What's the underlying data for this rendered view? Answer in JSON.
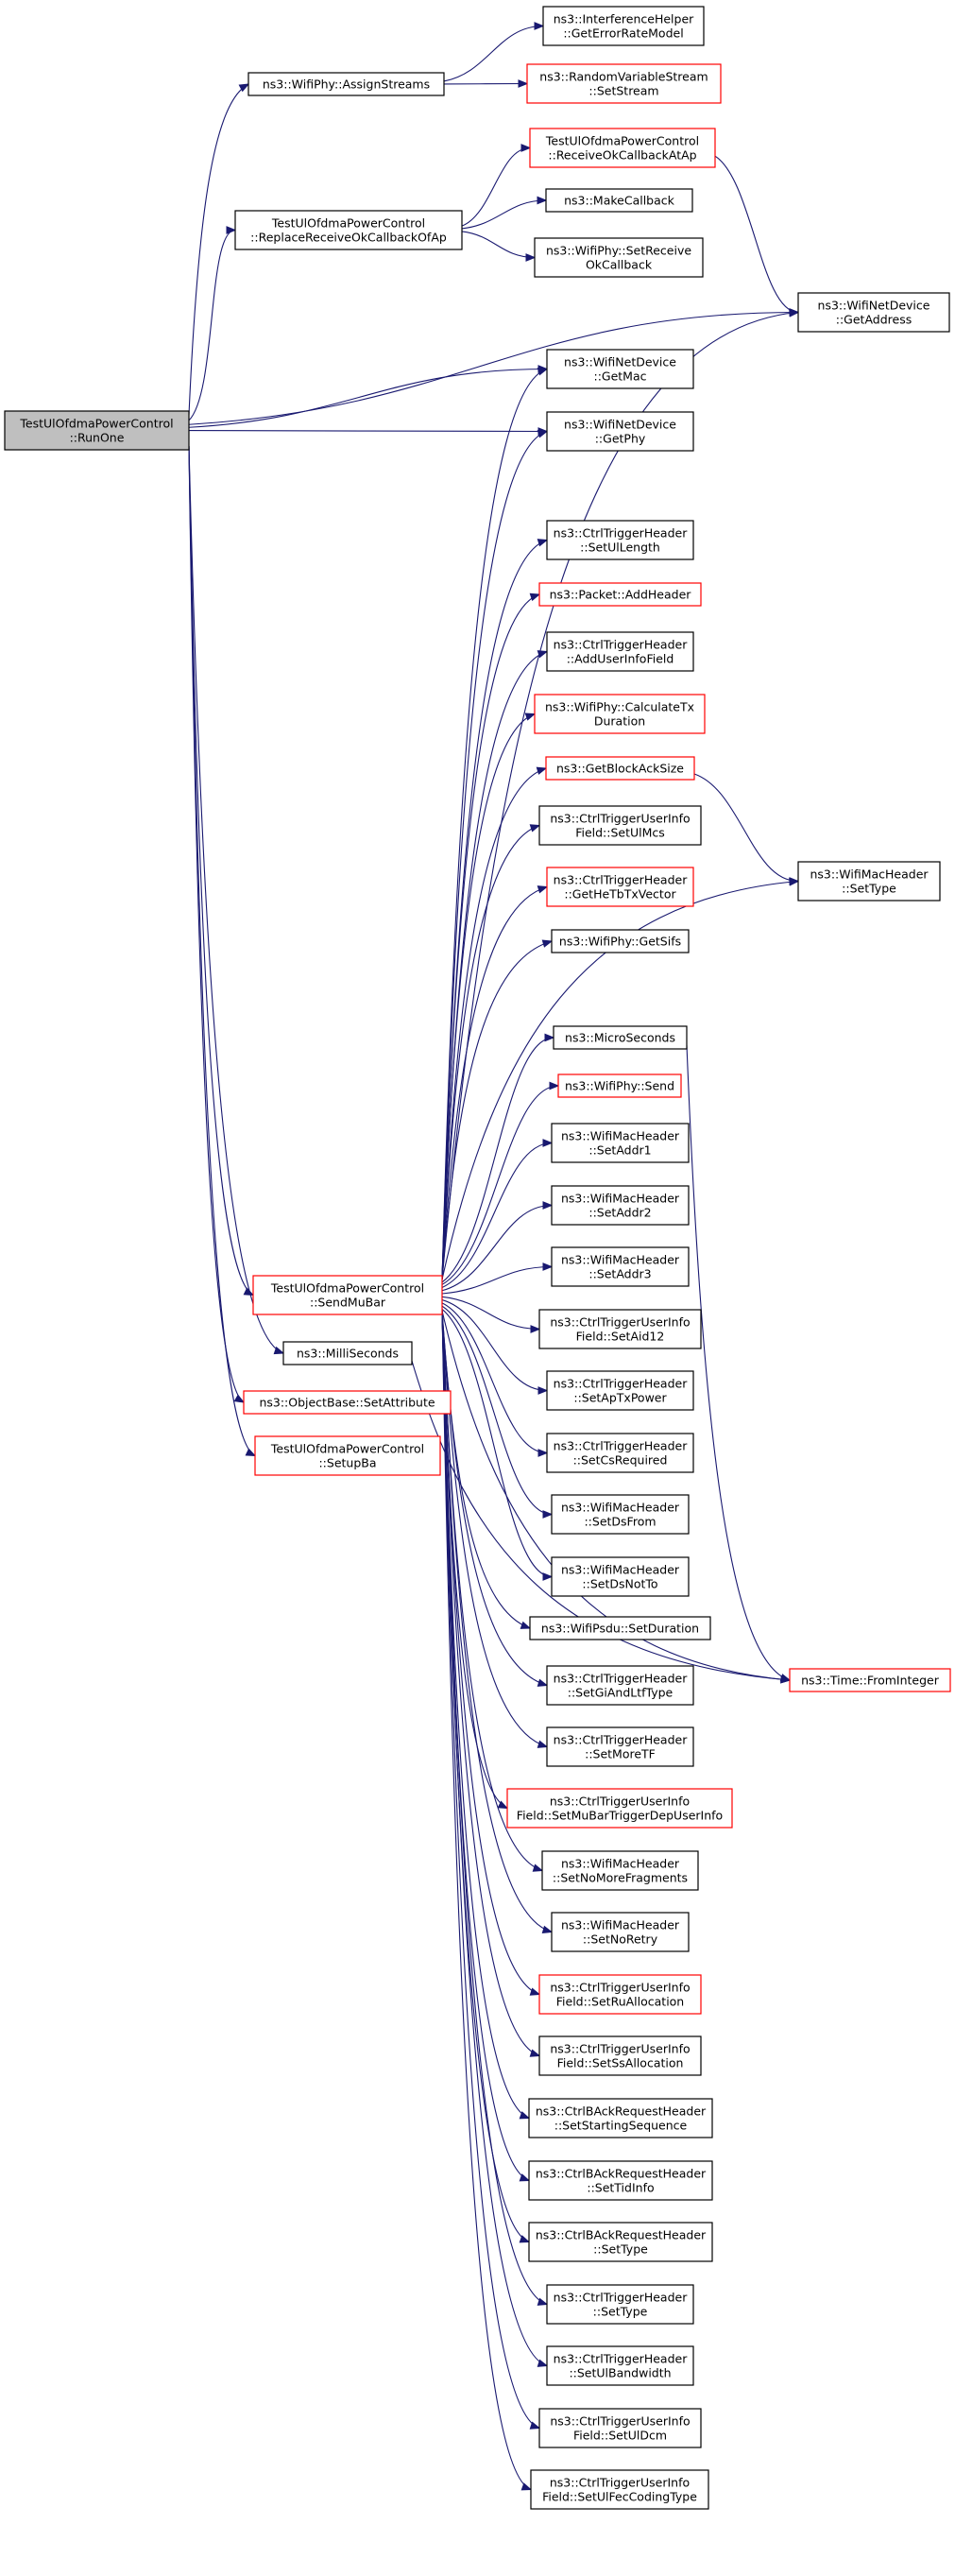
{
  "colors": {
    "root_fill": "#bfbfbf",
    "default_border": "#000000",
    "truncated_border": "#ff0000",
    "edge": "#191970"
  },
  "nodes": {
    "n0": {
      "lines": [
        "TestUlOfdmaPowerControl",
        "::RunOne"
      ],
      "style": "root"
    },
    "n1": {
      "lines": [
        "ns3::WifiPhy::AssignStreams"
      ],
      "style": "normal"
    },
    "n2": {
      "lines": [
        "ns3::InterferenceHelper",
        "::GetErrorRateModel"
      ],
      "style": "normal"
    },
    "n3": {
      "lines": [
        "ns3::RandomVariableStream",
        "::SetStream"
      ],
      "style": "truncated"
    },
    "n4": {
      "lines": [
        "TestUlOfdmaPowerControl",
        "::ReplaceReceiveOkCallbackOfAp"
      ],
      "style": "normal"
    },
    "n5": {
      "lines": [
        "TestUlOfdmaPowerControl",
        "::ReceiveOkCallbackAtAp"
      ],
      "style": "truncated"
    },
    "n6": {
      "lines": [
        "ns3::MakeCallback"
      ],
      "style": "normal"
    },
    "n7": {
      "lines": [
        "ns3::WifiPhy::SetReceive",
        "OkCallback"
      ],
      "style": "normal"
    },
    "n8": {
      "lines": [
        "ns3::WifiNetDevice",
        "::GetAddress"
      ],
      "style": "normal"
    },
    "n9": {
      "lines": [
        "ns3::WifiNetDevice",
        "::GetMac"
      ],
      "style": "normal"
    },
    "n10": {
      "lines": [
        "ns3::WifiNetDevice",
        "::GetPhy"
      ],
      "style": "normal"
    },
    "n11": {
      "lines": [
        "TestUlOfdmaPowerControl",
        "::SendMuBar"
      ],
      "style": "truncated"
    },
    "n12": {
      "lines": [
        "ns3::CtrlTriggerHeader",
        "::SetUlLength"
      ],
      "style": "normal"
    },
    "n13": {
      "lines": [
        "ns3::Packet::AddHeader"
      ],
      "style": "truncated"
    },
    "n14": {
      "lines": [
        "ns3::CtrlTriggerHeader",
        "::AddUserInfoField"
      ],
      "style": "normal"
    },
    "n15": {
      "lines": [
        "ns3::WifiPhy::CalculateTx",
        "Duration"
      ],
      "style": "truncated"
    },
    "n16": {
      "lines": [
        "ns3::GetBlockAckSize"
      ],
      "style": "truncated"
    },
    "n17": {
      "lines": [
        "ns3::CtrlTriggerUserInfo",
        "Field::SetUlMcs"
      ],
      "style": "normal"
    },
    "n18": {
      "lines": [
        "ns3::CtrlTriggerHeader",
        "::GetHeTbTxVector"
      ],
      "style": "truncated"
    },
    "n19": {
      "lines": [
        "ns3::WifiPhy::GetSifs"
      ],
      "style": "normal"
    },
    "n20": {
      "lines": [
        "ns3::MicroSeconds"
      ],
      "style": "normal"
    },
    "n21": {
      "lines": [
        "ns3::WifiPhy::Send"
      ],
      "style": "truncated"
    },
    "n22": {
      "lines": [
        "ns3::WifiMacHeader",
        "::SetAddr1"
      ],
      "style": "normal"
    },
    "n23": {
      "lines": [
        "ns3::WifiMacHeader",
        "::SetAddr2"
      ],
      "style": "normal"
    },
    "n24": {
      "lines": [
        "ns3::WifiMacHeader",
        "::SetAddr3"
      ],
      "style": "normal"
    },
    "n25": {
      "lines": [
        "ns3::CtrlTriggerUserInfo",
        "Field::SetAid12"
      ],
      "style": "normal"
    },
    "n26": {
      "lines": [
        "ns3::CtrlTriggerHeader",
        "::SetApTxPower"
      ],
      "style": "normal"
    },
    "n27": {
      "lines": [
        "ns3::CtrlTriggerHeader",
        "::SetCsRequired"
      ],
      "style": "normal"
    },
    "n28": {
      "lines": [
        "ns3::WifiMacHeader",
        "::SetDsFrom"
      ],
      "style": "normal"
    },
    "n29": {
      "lines": [
        "ns3::WifiMacHeader",
        "::SetDsNotTo"
      ],
      "style": "normal"
    },
    "n30": {
      "lines": [
        "ns3::WifiPsdu::SetDuration"
      ],
      "style": "normal"
    },
    "n31": {
      "lines": [
        "ns3::CtrlTriggerHeader",
        "::SetGiAndLtfType"
      ],
      "style": "normal"
    },
    "n32": {
      "lines": [
        "ns3::CtrlTriggerHeader",
        "::SetMoreTF"
      ],
      "style": "normal"
    },
    "n33": {
      "lines": [
        "ns3::CtrlTriggerUserInfo",
        "Field::SetMuBarTriggerDepUserInfo"
      ],
      "style": "truncated"
    },
    "n34": {
      "lines": [
        "ns3::WifiMacHeader",
        "::SetNoMoreFragments"
      ],
      "style": "normal"
    },
    "n35": {
      "lines": [
        "ns3::WifiMacHeader",
        "::SetNoRetry"
      ],
      "style": "normal"
    },
    "n36": {
      "lines": [
        "ns3::CtrlTriggerUserInfo",
        "Field::SetRuAllocation"
      ],
      "style": "truncated"
    },
    "n37": {
      "lines": [
        "ns3::CtrlTriggerUserInfo",
        "Field::SetSsAllocation"
      ],
      "style": "normal"
    },
    "n38": {
      "lines": [
        "ns3::CtrlBAckRequestHeader",
        "::SetStartingSequence"
      ],
      "style": "normal"
    },
    "n39": {
      "lines": [
        "ns3::CtrlBAckRequestHeader",
        "::SetTidInfo"
      ],
      "style": "normal"
    },
    "n40": {
      "lines": [
        "ns3::CtrlBAckRequestHeader",
        "::SetType"
      ],
      "style": "normal"
    },
    "n41": {
      "lines": [
        "ns3::CtrlTriggerHeader",
        "::SetType"
      ],
      "style": "normal"
    },
    "n42": {
      "lines": [
        "ns3::CtrlTriggerHeader",
        "::SetUlBandwidth"
      ],
      "style": "normal"
    },
    "n43": {
      "lines": [
        "ns3::CtrlTriggerUserInfo",
        "Field::SetUlDcm"
      ],
      "style": "normal"
    },
    "n44": {
      "lines": [
        "ns3::CtrlTriggerUserInfo",
        "Field::SetUlFecCodingType"
      ],
      "style": "normal"
    },
    "n45": {
      "lines": [
        "ns3::WifiMacHeader",
        "::SetType"
      ],
      "style": "normal"
    },
    "n46": {
      "lines": [
        "ns3::Time::FromInteger"
      ],
      "style": "truncated"
    },
    "n47": {
      "lines": [
        "ns3::MilliSeconds"
      ],
      "style": "normal"
    },
    "n48": {
      "lines": [
        "ns3::ObjectBase::SetAttribute"
      ],
      "style": "truncated"
    },
    "n49": {
      "lines": [
        "TestUlOfdmaPowerControl",
        "::SetupBa"
      ],
      "style": "truncated"
    }
  },
  "edges": [
    [
      "n0",
      "n1"
    ],
    [
      "n0",
      "n4"
    ],
    [
      "n0",
      "n8"
    ],
    [
      "n0",
      "n9"
    ],
    [
      "n0",
      "n10"
    ],
    [
      "n0",
      "n11"
    ],
    [
      "n0",
      "n47"
    ],
    [
      "n0",
      "n48"
    ],
    [
      "n0",
      "n49"
    ],
    [
      "n1",
      "n2"
    ],
    [
      "n1",
      "n3"
    ],
    [
      "n4",
      "n5"
    ],
    [
      "n4",
      "n6"
    ],
    [
      "n4",
      "n7"
    ],
    [
      "n5",
      "n8"
    ],
    [
      "n11",
      "n9"
    ],
    [
      "n11",
      "n10"
    ],
    [
      "n11",
      "n8"
    ],
    [
      "n11",
      "n12"
    ],
    [
      "n11",
      "n13"
    ],
    [
      "n11",
      "n14"
    ],
    [
      "n11",
      "n15"
    ],
    [
      "n11",
      "n16"
    ],
    [
      "n11",
      "n17"
    ],
    [
      "n11",
      "n18"
    ],
    [
      "n11",
      "n19"
    ],
    [
      "n11",
      "n45"
    ],
    [
      "n11",
      "n20"
    ],
    [
      "n11",
      "n21"
    ],
    [
      "n11",
      "n22"
    ],
    [
      "n11",
      "n23"
    ],
    [
      "n11",
      "n24"
    ],
    [
      "n11",
      "n25"
    ],
    [
      "n11",
      "n26"
    ],
    [
      "n11",
      "n27"
    ],
    [
      "n11",
      "n28"
    ],
    [
      "n11",
      "n29"
    ],
    [
      "n11",
      "n30"
    ],
    [
      "n11",
      "n31"
    ],
    [
      "n11",
      "n32"
    ],
    [
      "n11",
      "n33"
    ],
    [
      "n11",
      "n34"
    ],
    [
      "n11",
      "n35"
    ],
    [
      "n11",
      "n36"
    ],
    [
      "n11",
      "n37"
    ],
    [
      "n11",
      "n38"
    ],
    [
      "n11",
      "n39"
    ],
    [
      "n11",
      "n40"
    ],
    [
      "n11",
      "n41"
    ],
    [
      "n11",
      "n42"
    ],
    [
      "n11",
      "n43"
    ],
    [
      "n11",
      "n44"
    ],
    [
      "n11",
      "n46"
    ],
    [
      "n16",
      "n45"
    ],
    [
      "n20",
      "n46"
    ],
    [
      "n47",
      "n46"
    ]
  ]
}
